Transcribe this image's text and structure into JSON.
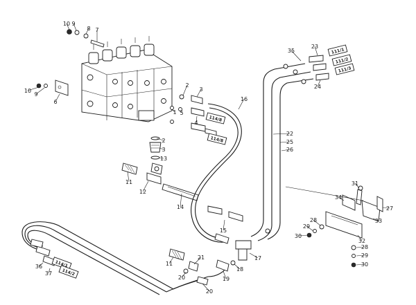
{
  "callouts": [
    "1",
    "2",
    "3",
    "4",
    "5",
    "6",
    "7",
    "8",
    "9",
    "10",
    "11",
    "12",
    "13",
    "14",
    "15",
    "16",
    "17",
    "18",
    "19",
    "20",
    "21",
    "22",
    "23",
    "24",
    "25",
    "26",
    "27",
    "28",
    "29",
    "30",
    "31",
    "32",
    "33",
    "34",
    "35",
    "36",
    "37"
  ],
  "labels": {
    "c10a": "10",
    "c9a": "9",
    "c8": "8",
    "c7": "7",
    "c10b": "10",
    "c9b": "9",
    "c6": "6",
    "c2a": "2",
    "c3a": "3",
    "c1": "1",
    "c5": "5",
    "c4": "4",
    "c2b": "2",
    "c3b": "3",
    "c13": "13",
    "c16": "16",
    "c11a": "11",
    "c12": "12",
    "c14": "14",
    "c15": "15",
    "c11b": "11",
    "c21": "21",
    "c20a": "20",
    "c20b": "20",
    "c19": "19",
    "c18": "18",
    "c17": "17",
    "c22": "22",
    "c25": "25",
    "c26": "26",
    "c35": "35",
    "c23": "23",
    "c24": "24",
    "c31": "31",
    "c34": "34",
    "c27": "27",
    "c33": "33",
    "c32": "32",
    "c28a": "28",
    "c29a": "29",
    "c30a": "30",
    "c28b": "28",
    "c29b": "29",
    "c30b": "30",
    "c36": "36",
    "c37": "37"
  },
  "tags": {
    "t1": "114/8",
    "t2": "114/8",
    "t3": "111/1",
    "t4": "111/2",
    "t5": "111/3",
    "t6": "114/1",
    "t7": "114/2"
  }
}
